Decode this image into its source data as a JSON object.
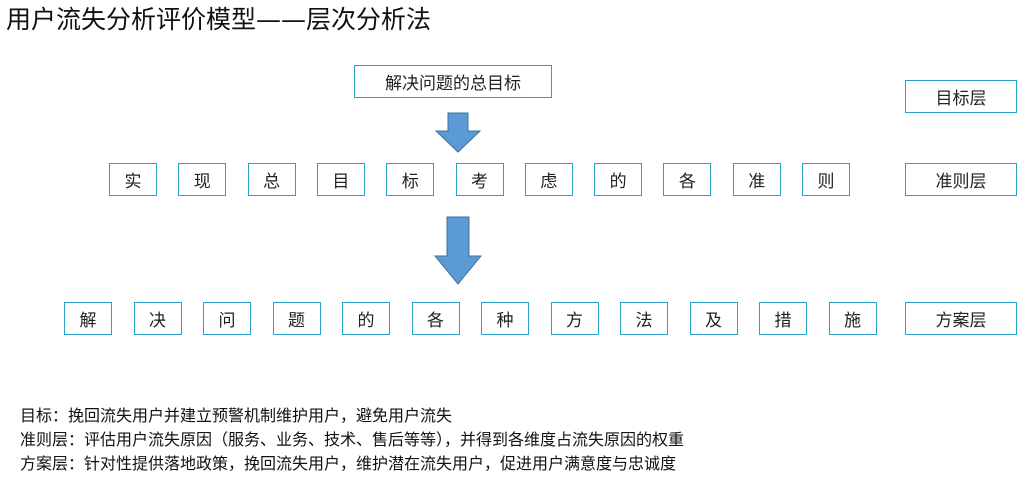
{
  "title": "用户流失分析评价模型——层次分析法",
  "goal": "解决问题的总目标",
  "layers": {
    "goal": "目标层",
    "criteria": "准则层",
    "plan": "方案层"
  },
  "criteria_chars": [
    "实",
    "现",
    "总",
    "目",
    "标",
    "考",
    "虑",
    "的",
    "各",
    "准",
    "则"
  ],
  "plan_chars": [
    "解",
    "决",
    "问",
    "题",
    "的",
    "各",
    "种",
    "方",
    "法",
    "及",
    "措",
    "施"
  ],
  "notes": [
    "目标：挽回流失用户并建立预警机制维护用户，避免用户流失",
    "准则层：评估用户流失原因（服务、业务、技术、售后等等），并得到各维度占流失原因的权重",
    "方案层：针对性提供落地政策，挽回流失用户，维护潜在流失用户，促进用户满意度与忠诚度"
  ],
  "colors": {
    "box_border": "#2aa0c9",
    "arrow_fill": "#5b9bd5",
    "arrow_stroke": "#41719c"
  }
}
